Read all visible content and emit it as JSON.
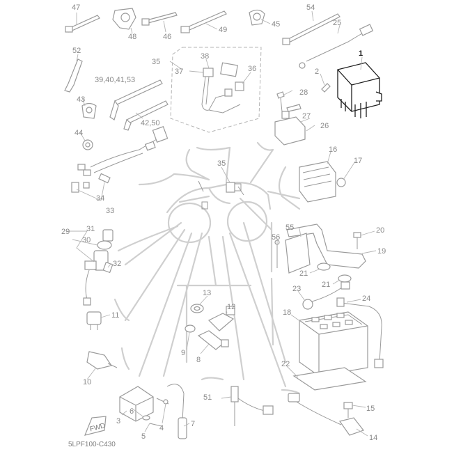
{
  "diagram_code": "5LPF100-C430",
  "callouts": {
    "c1": "1",
    "c2": "2",
    "c3": "3",
    "c4": "4",
    "c5": "5",
    "c6": "6",
    "c7": "7",
    "c8": "8",
    "c9": "9",
    "c10": "10",
    "c11": "11",
    "c12": "12",
    "c13": "13",
    "c14": "14",
    "c15": "15",
    "c16": "16",
    "c17": "17",
    "c18": "18",
    "c19": "19",
    "c20": "20",
    "c21a": "21",
    "c21b": "21",
    "c22": "22",
    "c23": "23",
    "c24": "24",
    "c25": "25",
    "c26": "26",
    "c27": "27",
    "c28": "28",
    "c29": "29",
    "c30": "30",
    "c31": "31",
    "c32": "32",
    "c33": "33",
    "c34": "34",
    "c35a": "35",
    "c35b": "35",
    "c36": "36",
    "c37": "37",
    "c38": "38",
    "c39": "39,40,41,53",
    "c42": "42,50",
    "c43": "43",
    "c44": "44",
    "c45": "45",
    "c46": "46",
    "c47": "47",
    "c48": "48",
    "c49": "49",
    "c51": "51",
    "c52": "52",
    "c54": "54",
    "c55": "55",
    "c56": "56"
  },
  "colors": {
    "line": "#9a9a9a",
    "guide": "#cfcfcf",
    "highlight": "#1e1e1e",
    "label": "#8a8a8a"
  }
}
